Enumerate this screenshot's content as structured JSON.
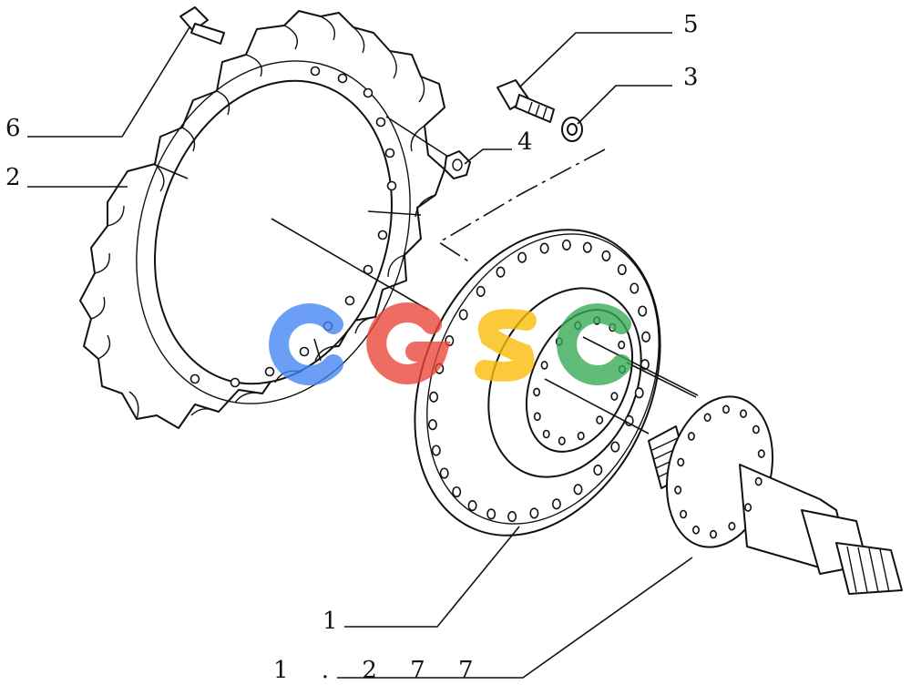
{
  "drawing": {
    "reference": "1 . 2 7 7",
    "callouts": [
      {
        "id": "c1",
        "label": "1"
      },
      {
        "id": "c2",
        "label": "2"
      },
      {
        "id": "c3",
        "label": "3"
      },
      {
        "id": "c4",
        "label": "4"
      },
      {
        "id": "c5",
        "label": "5"
      },
      {
        "id": "c6",
        "label": "6"
      }
    ]
  },
  "watermark": {
    "text": "CGSC",
    "colors": [
      "#4285f4",
      "#ea4335",
      "#fbbc05",
      "#34a853"
    ]
  }
}
